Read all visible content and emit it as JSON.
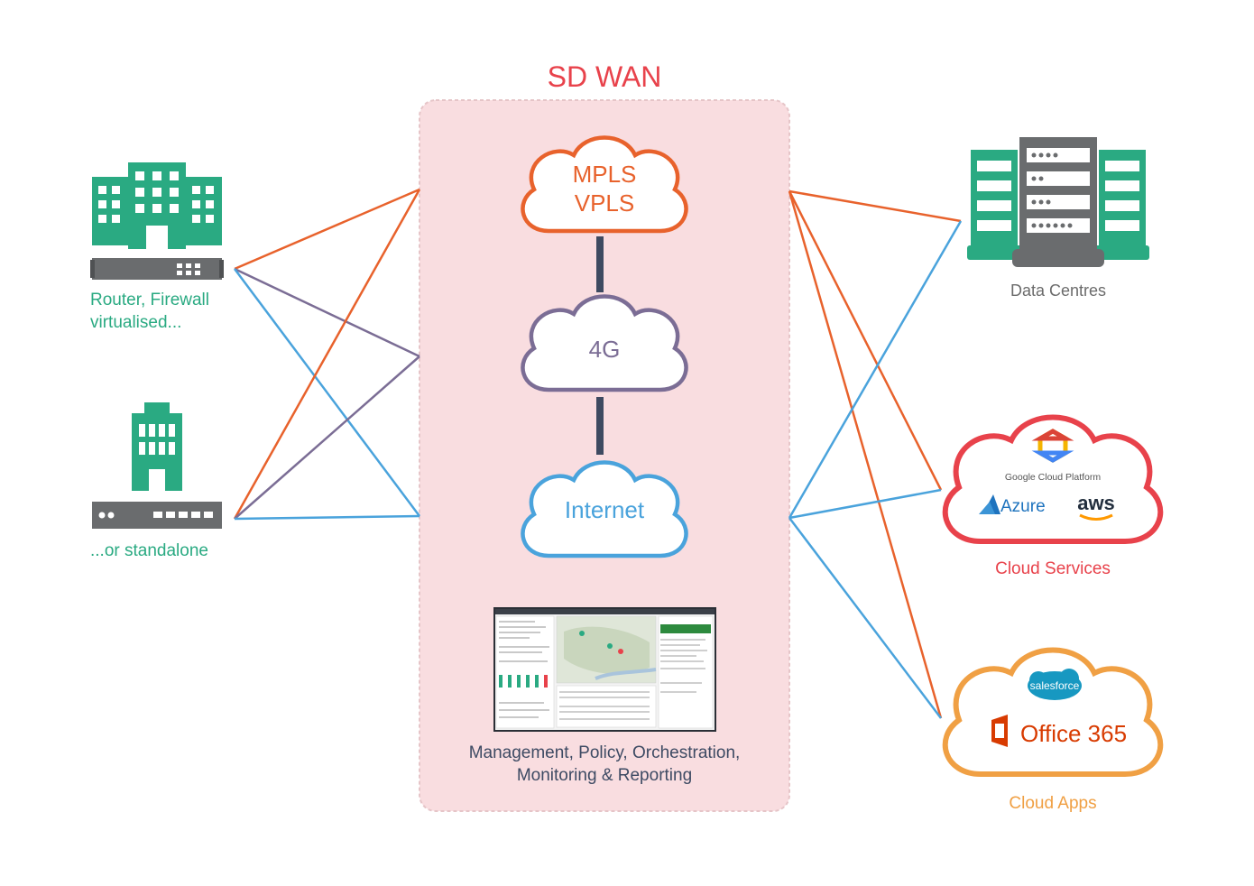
{
  "title": "SD WAN",
  "left": {
    "branch_label_line1": "Router, Firewall",
    "branch_label_line2": "virtualised...",
    "standalone_label": "...or standalone"
  },
  "center": {
    "cloud_mpls_line1": "MPLS",
    "cloud_mpls_line2": "VPLS",
    "cloud_4g": "4G",
    "cloud_internet": "Internet",
    "management_line1": "Management, Policy, Orchestration,",
    "management_line2": "Monitoring & Reporting"
  },
  "right": {
    "datacentres_label": "Data Centres",
    "cloud_services_label": "Cloud Services",
    "cloud_apps_label": "Cloud Apps",
    "google_cloud": "Google Cloud Platform",
    "azure": "Azure",
    "aws": "aws",
    "salesforce": "salesforce",
    "office365": "Office 365"
  },
  "colors": {
    "title": "#e8424b",
    "orange": "#e8622c",
    "purple": "#7b6d95",
    "blue": "#4aa3dc",
    "green": "#2aaa82",
    "gray": "#6a6c6e",
    "panel": "#f9dde0",
    "cloud_services": "#e8424b",
    "cloud_apps": "#f0a044",
    "label_gray": "#6b6b6b",
    "label_navy": "#3d4a63"
  }
}
